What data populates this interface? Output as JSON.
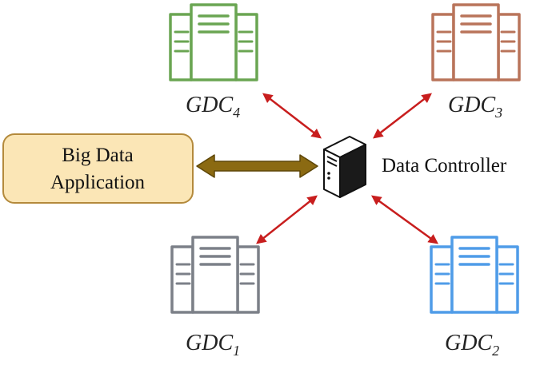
{
  "application": {
    "line1": "Big Data",
    "line2": "Application",
    "fill_color": "#fbe6b6",
    "stroke_color": "#b48a3c"
  },
  "controller": {
    "label": "Data Controller",
    "icon": "server-tower-icon"
  },
  "datacenters": [
    {
      "id": "gdc4",
      "label_main": "GDC",
      "label_sub": "4",
      "color": "#6aa552",
      "icon": "server-rack-icon"
    },
    {
      "id": "gdc3",
      "label_main": "GDC",
      "label_sub": "3",
      "color": "#b9745a",
      "icon": "server-rack-icon"
    },
    {
      "id": "gdc1",
      "label_main": "GDC",
      "label_sub": "1",
      "color": "#7c8088",
      "icon": "server-rack-icon"
    },
    {
      "id": "gdc2",
      "label_main": "GDC",
      "label_sub": "2",
      "color": "#4f9ce8",
      "icon": "server-rack-icon"
    }
  ],
  "connections": {
    "link_color": "#c81e1e",
    "app_link_color": "#8b6a12",
    "arrow_style": "double-headed"
  }
}
